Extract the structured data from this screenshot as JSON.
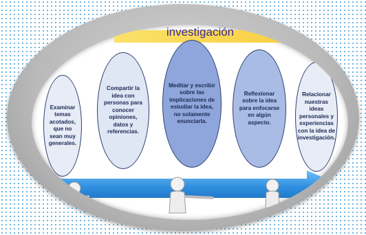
{
  "title": "investigación",
  "steps": [
    "Examinar temas acotados, que no sean muy generales.",
    "Compartir la idea con personas para conocer opiniones, datos y referencias.",
    "Meditar y escribir sobre las implicaciones de estudiar la idea, no solamente enunciarla.",
    "Reflexionar sobre la idea para enfocarse en algún aspecto.",
    "Relacionar nuestras ideas personales y experiencias con la idea de investigación."
  ],
  "colors": {
    "title_band": "#f6c52a",
    "title_text": "#3a2a9a",
    "arrow": "#2f8fe0",
    "bubble_dark": "#8ea6db"
  }
}
